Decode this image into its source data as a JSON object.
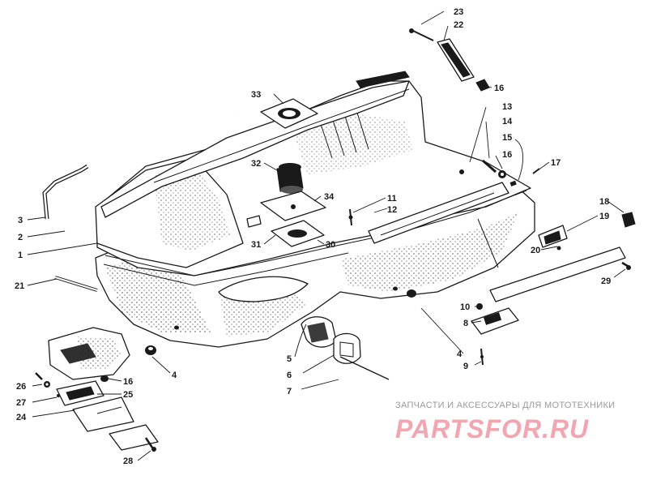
{
  "callouts": [
    {
      "n": "23"
    },
    {
      "n": "22"
    },
    {
      "n": "16"
    },
    {
      "n": "33"
    },
    {
      "n": "13"
    },
    {
      "n": "14"
    },
    {
      "n": "15"
    },
    {
      "n": "16"
    },
    {
      "n": "17"
    },
    {
      "n": "32"
    },
    {
      "n": "34"
    },
    {
      "n": "11"
    },
    {
      "n": "12"
    },
    {
      "n": "18"
    },
    {
      "n": "19"
    },
    {
      "n": "3"
    },
    {
      "n": "2"
    },
    {
      "n": "1"
    },
    {
      "n": "31"
    },
    {
      "n": "30"
    },
    {
      "n": "20"
    },
    {
      "n": "29"
    },
    {
      "n": "21"
    },
    {
      "n": "10"
    },
    {
      "n": "8"
    },
    {
      "n": "4"
    },
    {
      "n": "5"
    },
    {
      "n": "6"
    },
    {
      "n": "7"
    },
    {
      "n": "4"
    },
    {
      "n": "9"
    },
    {
      "n": "16"
    },
    {
      "n": "26"
    },
    {
      "n": "25"
    },
    {
      "n": "27"
    },
    {
      "n": "24"
    },
    {
      "n": "28"
    }
  ],
  "watermark": {
    "tagline": "ЗАПЧАСТИ И АКСЕССУАРЫ ДЛЯ МОТОТЕХНИКИ",
    "brand_logo": "PARTSFOR.RU",
    "colors": {
      "tagline": "#9a9a9a",
      "logo": "#f2a6b0"
    }
  }
}
